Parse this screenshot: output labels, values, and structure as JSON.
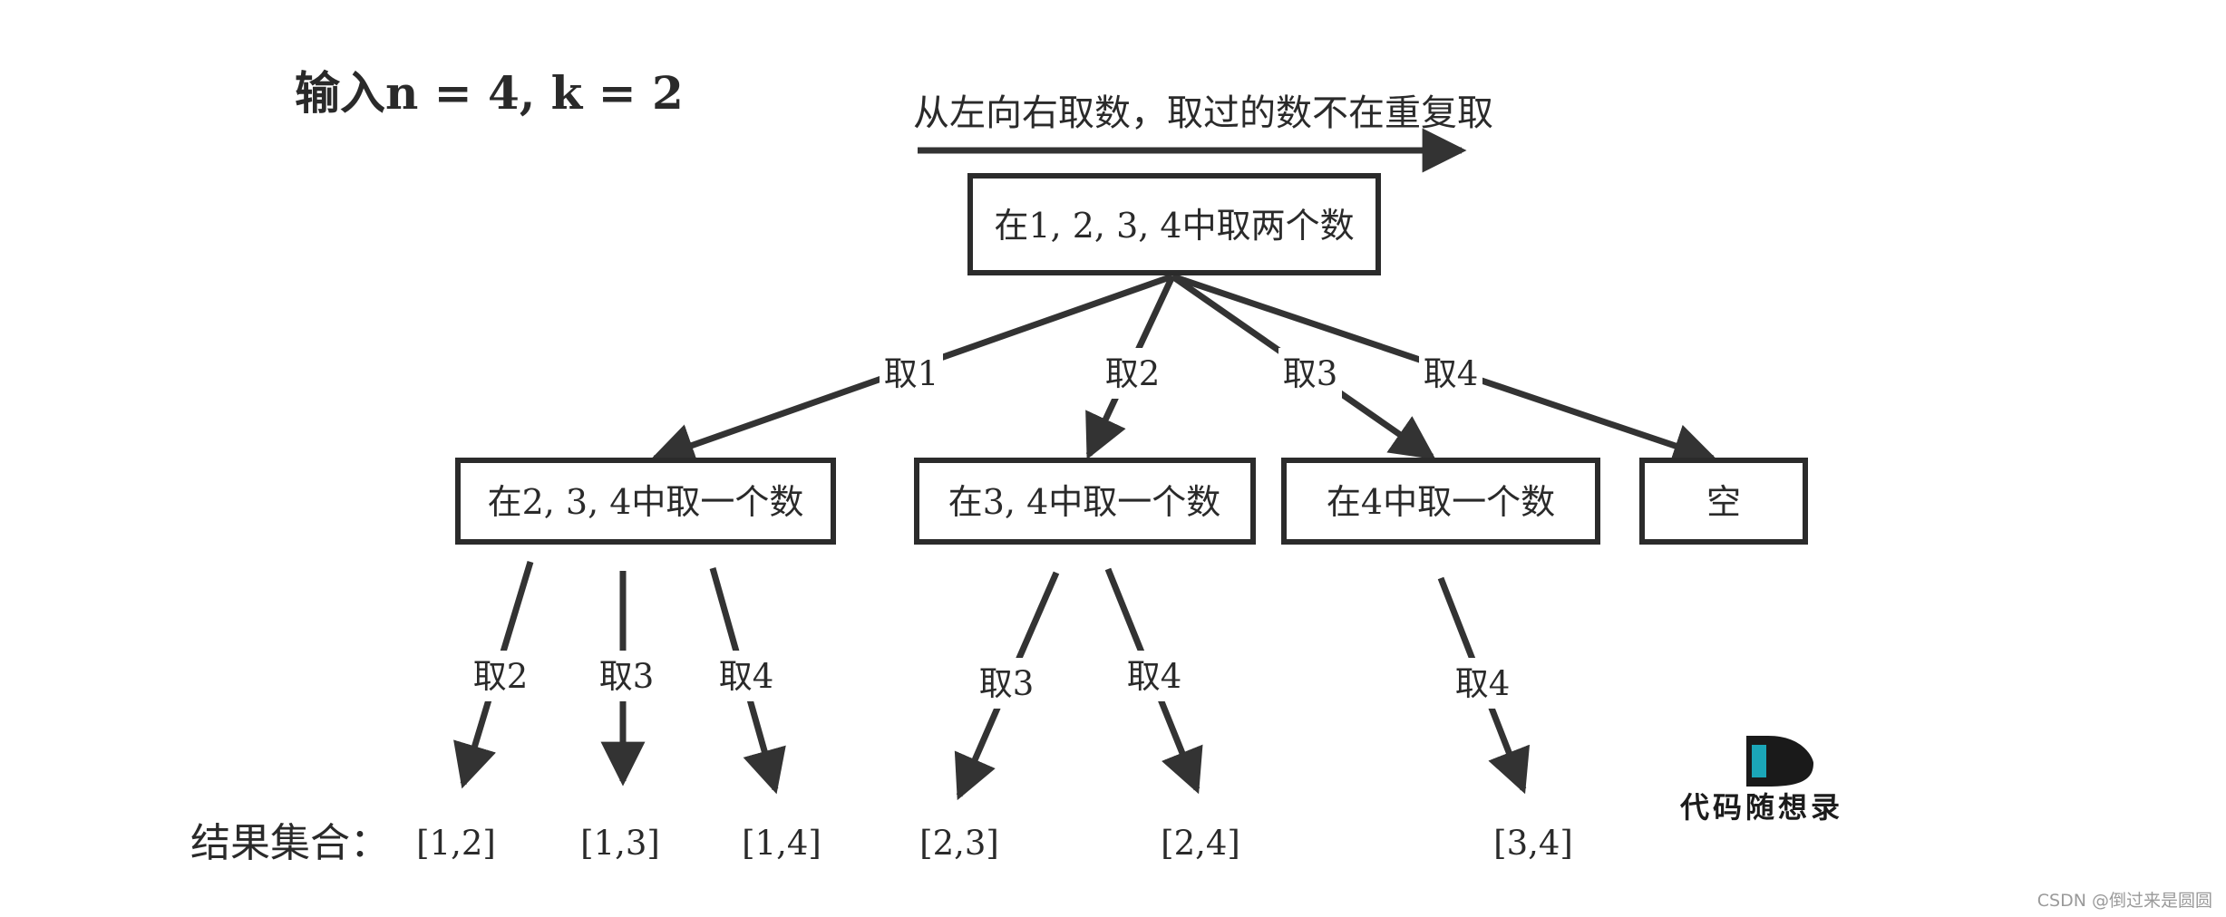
{
  "title": "输入n = 4, k = 2",
  "direction_caption": "从左向右取数，取过的数不在重复取",
  "nodes": {
    "root": "在1, 2, 3, 4中取两个数",
    "n234": "在2, 3, 4中取一个数",
    "n34": "在3, 4中取一个数",
    "n4": "在4中取一个数",
    "empty": "空"
  },
  "edges": {
    "root_1": "取1",
    "root_2": "取2",
    "root_3": "取3",
    "root_4": "取4",
    "n234_2": "取2",
    "n234_3": "取3",
    "n234_4": "取4",
    "n34_3": "取3",
    "n34_4": "取4",
    "n4_4": "取4"
  },
  "results_label": "结果集合：",
  "results": [
    "[1,2]",
    "[1,3]",
    "[1,4]",
    "[2,3]",
    "[2,4]",
    "[3,4]"
  ],
  "logo": {
    "text": "代码随想录",
    "accent_color": "#1ba6b8"
  },
  "watermark": "CSDN @倒过来是圆圆"
}
